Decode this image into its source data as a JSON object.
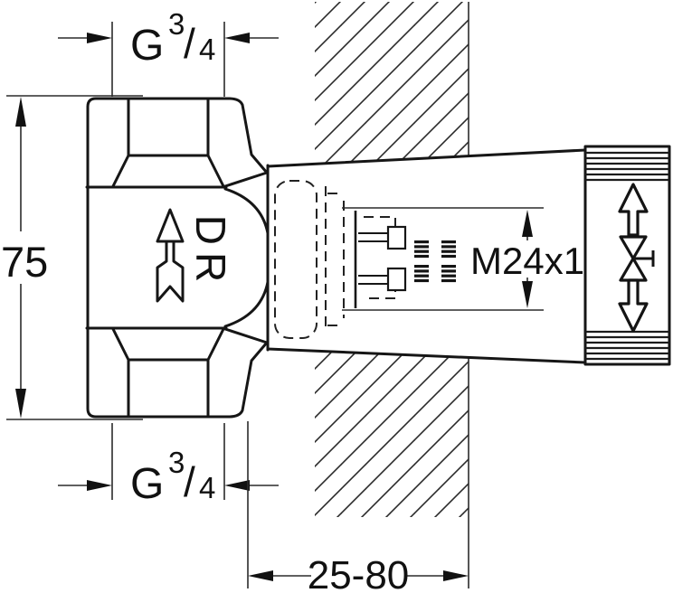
{
  "drawing": {
    "dim_height": "75",
    "dim_depth_range": "25-80",
    "dim_cartridge_thread": "M24x1",
    "thread_top": {
      "g": "G",
      "num": "3",
      "slash": "/",
      "den": "4"
    },
    "thread_bottom": {
      "g": "G",
      "num": "3",
      "slash": "/",
      "den": "4"
    },
    "flow_mark": "DR"
  }
}
